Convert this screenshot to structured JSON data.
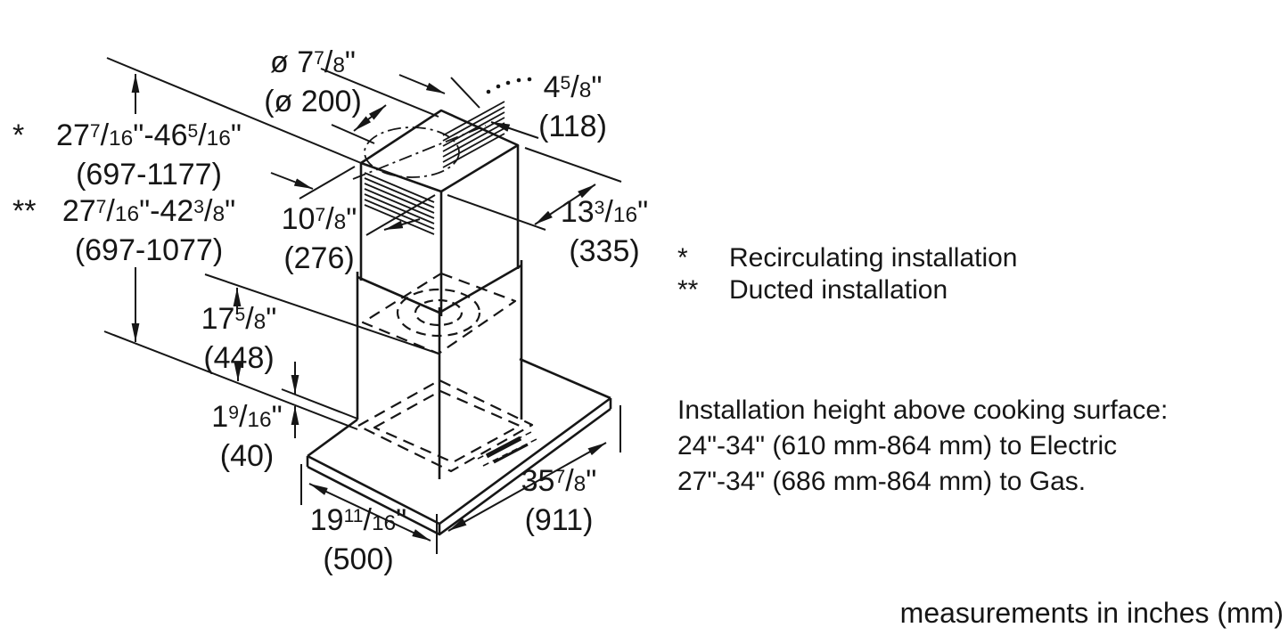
{
  "drawing": {
    "dims": {
      "duct_diameter": {
        "in": "ø 7 7/8\"",
        "mm": "(ø 200)"
      },
      "top_depth": {
        "in": "4 5/8\"",
        "mm": "(118)"
      },
      "height_recirculating": {
        "marker": "*",
        "in": "27 7/16\"-46 5/16\"",
        "mm": "(697-1177)"
      },
      "height_ducted": {
        "marker": "**",
        "in": "27 7/16\"-42 3/8\"",
        "mm": "(697-1077)"
      },
      "chimney_depth": {
        "in": "10 7/8\"",
        "mm": "(276)"
      },
      "chimney_width": {
        "in": "13 3/16\"",
        "mm": "(335)"
      },
      "lower_section_height": {
        "in": "17 5/8\"",
        "mm": "(448)"
      },
      "canopy_lip_height": {
        "in": "1 9/16\"",
        "mm": "(40)"
      },
      "canopy_width": {
        "in": "35 7/8\"",
        "mm": "(911)"
      },
      "canopy_depth": {
        "in": "19 11/16\"",
        "mm": "(500)"
      }
    }
  },
  "legend": {
    "items": [
      {
        "marker": "*",
        "label": "Recirculating installation"
      },
      {
        "marker": "**",
        "label": "Ducted installation"
      }
    ]
  },
  "installation_note": {
    "title": "Installation height above cooking surface:",
    "electric": "24\"-34\" (610 mm-864 mm) to Electric",
    "gas": "27\"-34\" (686 mm-864 mm) to Gas."
  },
  "footer": {
    "note": "measurements in inches (mm)"
  },
  "colors": {
    "line": "#161616",
    "background": "#ffffff"
  }
}
